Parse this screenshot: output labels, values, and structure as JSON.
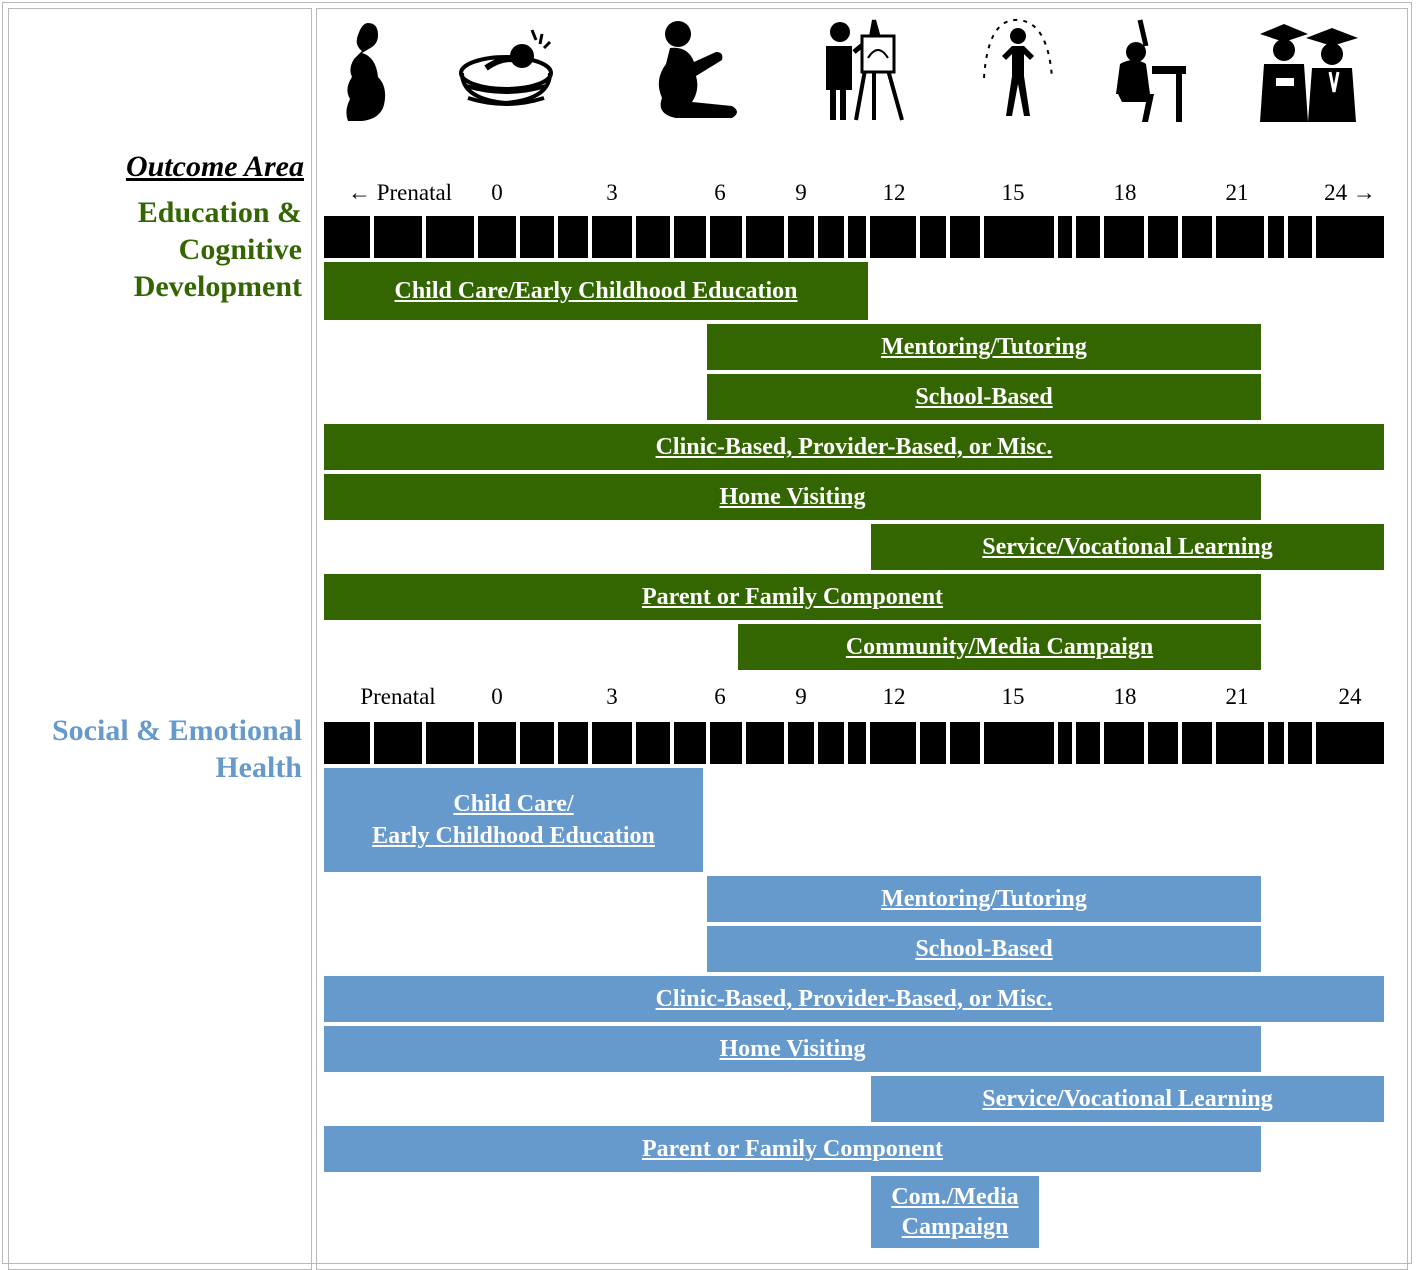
{
  "outcome_area_title": "Outcome Area",
  "areas": {
    "education": {
      "label": "Education &\nCognitive\nDevelopment",
      "color": "#336600"
    },
    "social": {
      "label": "Social & Emotional\nHealth",
      "color": "#6699cc"
    }
  },
  "timeline": {
    "top_labels": [
      "← Prenatal",
      "0",
      "3",
      "6",
      "9",
      "12",
      "15",
      "18",
      "21",
      "24 →"
    ],
    "bottom_labels": [
      "Prenatal",
      "0",
      "3",
      "6",
      "9",
      "12",
      "15",
      "18",
      "21",
      "24"
    ]
  },
  "icons": [
    "pregnant-woman-icon",
    "baby-in-crib-icon",
    "crawling-toddler-icon",
    "child-at-easel-icon",
    "child-jumping-rope-icon",
    "student-at-desk-icon",
    "graduates-icon"
  ],
  "education_programs": [
    {
      "label": "Child Care/Early Childhood Education",
      "start": "Prenatal",
      "end": "10"
    },
    {
      "label": "Mentoring/Tutoring",
      "start": "6",
      "end": "21"
    },
    {
      "label": "School-Based",
      "start": "6",
      "end": "21"
    },
    {
      "label": "Clinic-Based, Provider-Based, or Misc.",
      "start": "Prenatal",
      "end": "24"
    },
    {
      "label": "Home Visiting",
      "start": "Prenatal",
      "end": "21"
    },
    {
      "label": "Service/Vocational Learning",
      "start": "10",
      "end": "24"
    },
    {
      "label": "Parent or Family Component",
      "start": "Prenatal",
      "end": "21"
    },
    {
      "label": "Community/Media Campaign",
      "start": "6",
      "end": "21"
    }
  ],
  "social_programs": [
    {
      "label": "Child Care/\nEarly Childhood Education",
      "start": "Prenatal",
      "end": "6"
    },
    {
      "label": "Mentoring/Tutoring",
      "start": "6",
      "end": "21"
    },
    {
      "label": "School-Based",
      "start": "6",
      "end": "21"
    },
    {
      "label": "Clinic-Based, Provider-Based, or Misc.",
      "start": "Prenatal",
      "end": "24"
    },
    {
      "label": "Home Visiting",
      "start": "Prenatal",
      "end": "21"
    },
    {
      "label": "Service/Vocational Learning",
      "start": "10",
      "end": "24"
    },
    {
      "label": "Parent or Family Component",
      "start": "Prenatal",
      "end": "21"
    },
    {
      "label": "Com./Media\nCampaign",
      "start": "10",
      "end": "15"
    }
  ]
}
